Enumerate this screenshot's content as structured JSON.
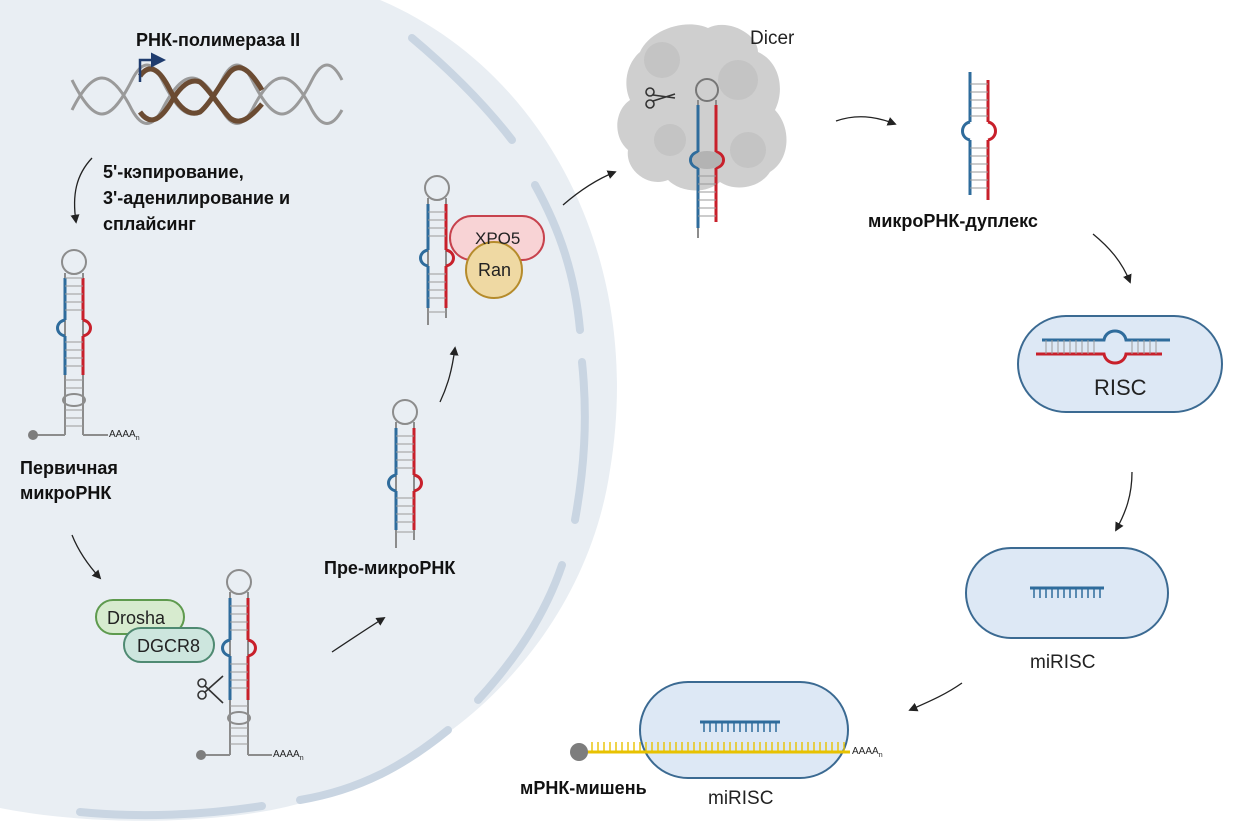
{
  "labels": {
    "polymerase": "РНК-полимераза II",
    "processing_1": "5'-кэпирование,",
    "processing_2": "3'-аденилирование и",
    "processing_3": "сплайсинг",
    "primary_1": "Первичная",
    "primary_2": "микроРНК",
    "pre_mirna": "Пре-микроРНК",
    "dicer": "Dicer",
    "duplex": "микроРНК-дуплекс",
    "risc": "RISC",
    "mirisc_1": "miRISC",
    "target": "мРНК-мишень",
    "mirisc_2": "miRISC"
  },
  "proteins": {
    "drosha": "Drosha",
    "dgcr8": "DGCR8",
    "xpo5": "XPO5",
    "ran": "Ran"
  },
  "poly_a": {
    "text": "AAAA",
    "subscript": "n"
  },
  "colors": {
    "nucleus_fill": "#e9eef3",
    "envelope": "#c9d5e2",
    "strand_blue": "#2f6c9c",
    "strand_red": "#c8202b",
    "strand_gray": "#8c8c8c",
    "drosha_fill": "#d7ebcf",
    "dgcr8_fill": "#cde6de",
    "xpo5_fill": "#f8d3d5",
    "ran_fill": "#efd9a3",
    "risc_fill": "#dde8f5",
    "risc_stroke": "#3b6a92",
    "mrna": "#e8c200",
    "dna_dark": "#6b4b32"
  },
  "icons": [
    "scissors-icon",
    "arrow-icon",
    "transcription-start-arrow-icon",
    "cap-icon"
  ]
}
